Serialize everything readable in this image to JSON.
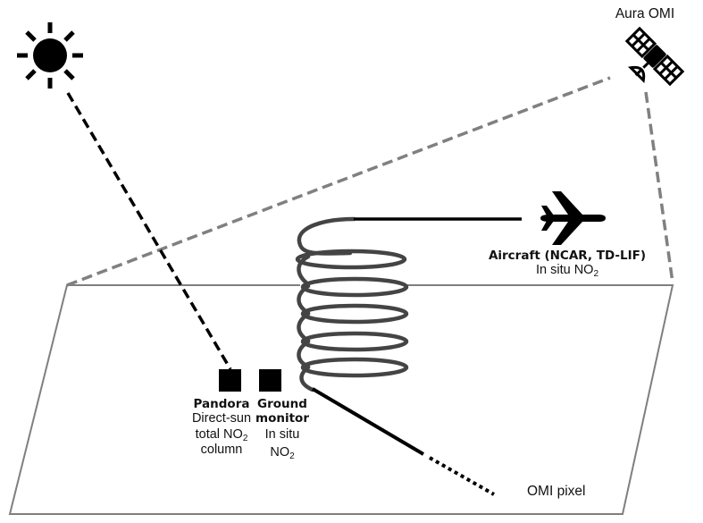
{
  "diagram": {
    "satellite": {
      "label": "Aura OMI",
      "icon": "satellite-icon"
    },
    "sun": {
      "icon": "sun-icon"
    },
    "aircraft": {
      "icon": "airplane-icon",
      "title": "Aircraft (NCAR, TD-LIF)",
      "desc_prefix": "In situ NO",
      "desc_sub": "2"
    },
    "pandora": {
      "title": "Pandora",
      "line1": "Direct-sun",
      "line2_prefix": "total NO",
      "line2_sub": "2",
      "line3": "column"
    },
    "ground_monitor": {
      "title_line1": "Ground",
      "title_line2": "monitor",
      "line1": "In situ",
      "line2_prefix": "NO",
      "line2_sub": "2"
    },
    "omi_pixel": {
      "label": "OMI pixel"
    },
    "colors": {
      "ink": "#000000",
      "spiral": "#444444",
      "footprint": "#7f7f7f",
      "view_lines": "#808080"
    }
  }
}
